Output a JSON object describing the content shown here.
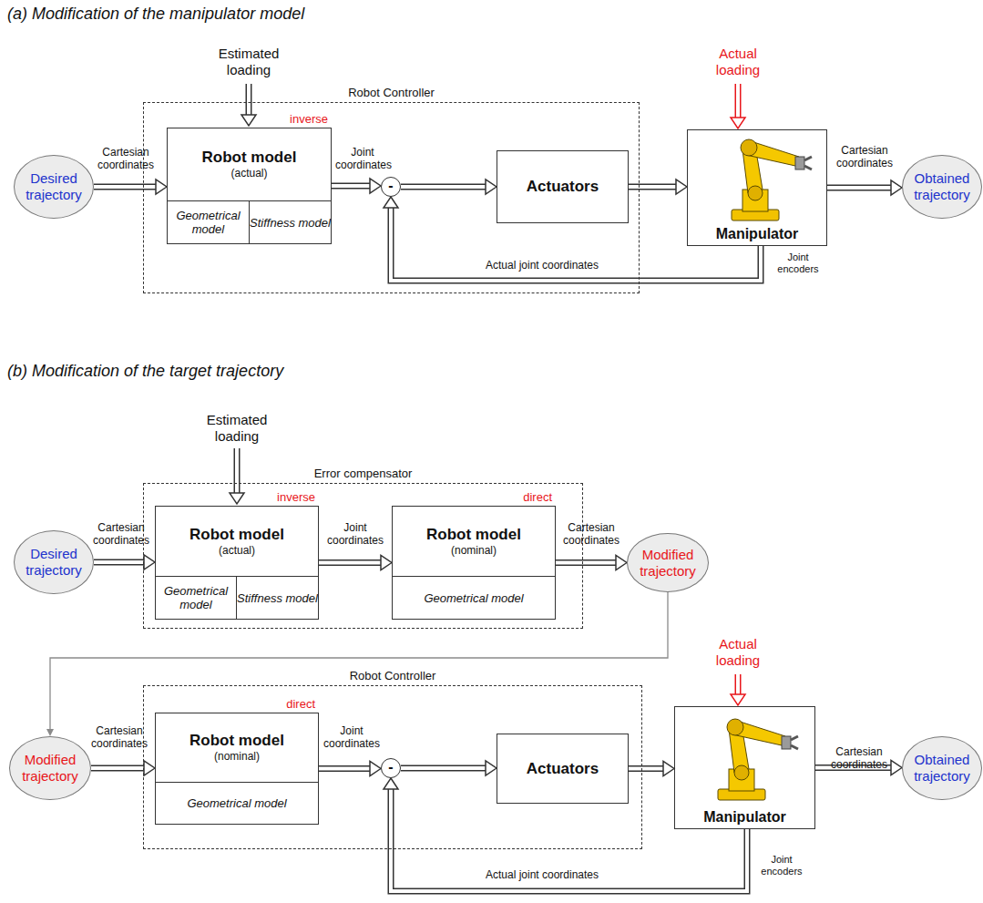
{
  "diagram": {
    "nodes": [
      {
        "text": [
          "Desired trajectory"
        ]
      },
      {
        "text": [
          "Robot Controller"
        ]
      },
      {
        "text": [
          "inverse",
          "Robot model",
          "(actual)"
        ],
        "in": 1
      },
      {
        "text": [
          "Geometrical model"
        ],
        "in": 2
      },
      {
        "text": [
          "Stiffness model"
        ],
        "in": 2
      },
      {
        "text": [
          "-"
        ],
        "in": 1
      },
      {
        "text": [
          "Actuators"
        ],
        "in": 1
      },
      {
        "text": [
          "Manipulator"
        ]
      },
      {
        "text": [
          "Obtained trajectory"
        ]
      },
      {
        "text": [
          "Desired trajectory"
        ]
      },
      {
        "text": [
          "Error compensator"
        ]
      },
      {
        "text": [
          "inverse",
          "Robot model",
          "(actual)"
        ],
        "in": 10
      },
      {
        "text": [
          "Geometrical model"
        ],
        "in": 11
      },
      {
        "text": [
          "Stiffness model"
        ],
        "in": 11
      },
      {
        "text": [
          "direct",
          "Robot model",
          "(nominal)"
        ],
        "in": 10
      },
      {
        "text": [
          "Geometrical model"
        ],
        "in": 14
      },
      {
        "text": [
          "Modified trajectory"
        ]
      },
      {
        "text": [
          "Modified trajectory"
        ]
      },
      {
        "text": [
          "Robot Controller"
        ]
      },
      {
        "text": [
          "direct",
          "Robot model",
          "(nominal)"
        ],
        "in": 18
      },
      {
        "text": [
          "Geometrical model"
        ],
        "in": 19
      },
      {
        "text": [
          "-"
        ],
        "in": 18
      },
      {
        "text": [
          "Actuators"
        ],
        "in": 18
      },
      {
        "text": [
          "Manipulator"
        ]
      },
      {
        "text": [
          "Obtained trajectory"
        ]
      }
    ],
    "edges": [
      {
        "from": 0,
        "to": 2,
        "arrow": "to"
      },
      {
        "from": 2,
        "to": 5,
        "arrow": "to"
      },
      {
        "from": 5,
        "to": 6,
        "arrow": "to"
      },
      {
        "from": 6,
        "to": 7,
        "arrow": "to"
      },
      {
        "from": 7,
        "to": 8,
        "arrow": "to"
      },
      {
        "from": 7,
        "to": 5,
        "arrow": "to"
      },
      {
        "from": 9,
        "to": 11,
        "arrow": "to"
      },
      {
        "from": 11,
        "to": 14,
        "arrow": "to"
      },
      {
        "from": 14,
        "to": 16,
        "arrow": "to"
      },
      {
        "from": 16,
        "to": 17,
        "arrow": "to"
      },
      {
        "from": 17,
        "to": 19,
        "arrow": "to"
      },
      {
        "from": 19,
        "to": 21,
        "arrow": "to"
      },
      {
        "from": 21,
        "to": 22,
        "arrow": "to"
      },
      {
        "from": 22,
        "to": 23,
        "arrow": "to"
      },
      {
        "from": 23,
        "to": 24,
        "arrow": "to"
      },
      {
        "from": 23,
        "to": 21,
        "arrow": "to"
      }
    ],
    "labels": [
      "(a) Modification of the manipulator model",
      "Estimated loading",
      "Actual loading",
      "Cartesian coordinates",
      "Joint coordinates",
      "Cartesian coordinates",
      "Actual joint coordinates",
      "Joint encoders",
      "(b) Modification of the target trajectory",
      "Estimated loading",
      "Cartesian coordinates",
      "Joint coordinates",
      "Cartesian coordinates",
      "Actual loading",
      "Cartesian coordinates",
      "Joint coordinates",
      "Actual joint coordinates",
      "Joint encoders",
      "Cartesian coordinates"
    ]
  }
}
